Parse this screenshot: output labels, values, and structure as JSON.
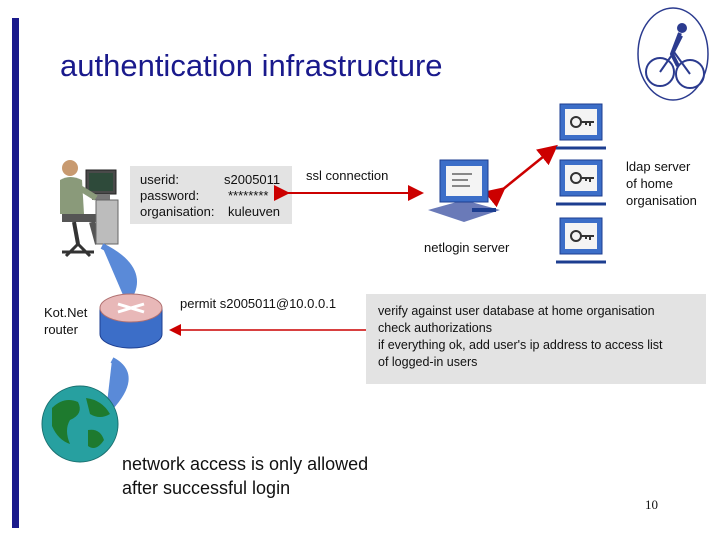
{
  "title": "authentication infrastructure",
  "credentials": {
    "userid_label": "userid:",
    "userid_value": "s2005011",
    "password_label": "password:",
    "password_value": "********",
    "org_label": "organisation:",
    "org_value": "kuleuven"
  },
  "ssl_label": "ssl connection",
  "ldap_label": [
    "ldap server",
    "of home",
    "organisation"
  ],
  "netlogin_label": "netlogin server",
  "router_label": [
    "Kot.Net",
    "router"
  ],
  "permit_label": "permit s2005011@10.0.0.1",
  "verify_lines": [
    "verify against user database at home organisation",
    "check authorizations",
    "if everything ok, add user's ip address to access list",
    "of logged-in users"
  ],
  "bottom_text": [
    "network access is only allowed",
    "after successful login"
  ],
  "page_number": "10",
  "colors": {
    "title": "#1a1a8c",
    "arrow": "#cc0000",
    "panel": "#e3e3e3"
  },
  "icons": [
    "user-at-computer-icon",
    "netlogin-server-icon",
    "ldap-server-icon",
    "router-icon",
    "globe-icon",
    "cyclist-logo-icon"
  ]
}
